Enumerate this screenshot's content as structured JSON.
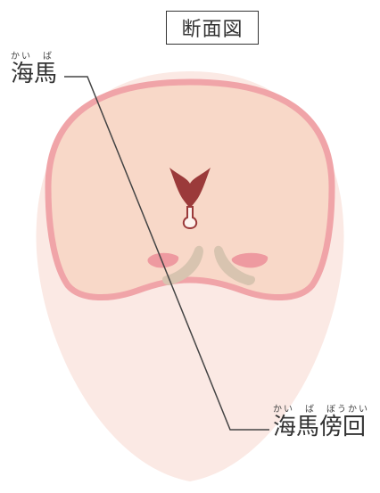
{
  "title": "断面図",
  "labels": {
    "hippocampus": {
      "ruby": "かい　ば",
      "text": "海馬"
    },
    "parahippocampal": {
      "ruby": "かい　ば　ぼうかい",
      "text": "海馬傍回"
    }
  },
  "colors": {
    "outer_head": "#fbe9e4",
    "brain_outline": "#f0a4a8",
    "brain_fill": "#f8d8c8",
    "ventricle": "#9b3a3a",
    "hippocampus": "#ee9aa0",
    "parahippocampal": "#d8c4b0",
    "leader_line": "#444444"
  }
}
